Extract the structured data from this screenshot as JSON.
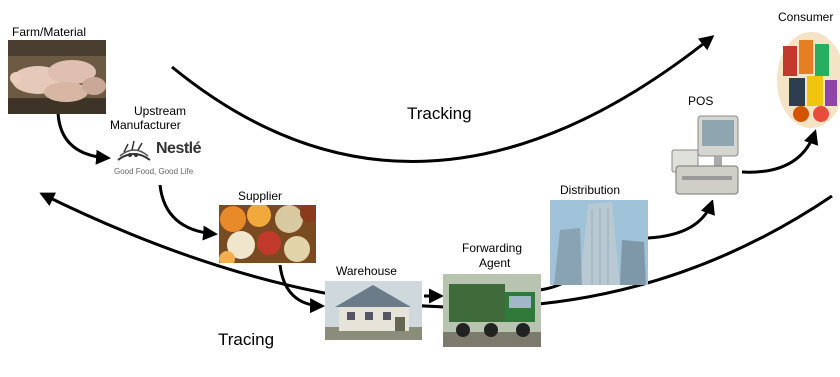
{
  "nodes": {
    "farm": "Farm/Material",
    "upstream_line1": "Upstream",
    "upstream_line2": "Manufacturer",
    "supplier": "Supplier",
    "warehouse": "Warehouse",
    "forwarding_line1": "Forwarding",
    "forwarding_line2": "Agent",
    "distribution": "Distribution",
    "pos": "POS",
    "consumer": "Consumer"
  },
  "logo": {
    "brand": "Nestlé",
    "tagline": "Good Food, Good Life"
  },
  "flows": {
    "tracking": "Tracking",
    "tracing": "Tracing"
  }
}
